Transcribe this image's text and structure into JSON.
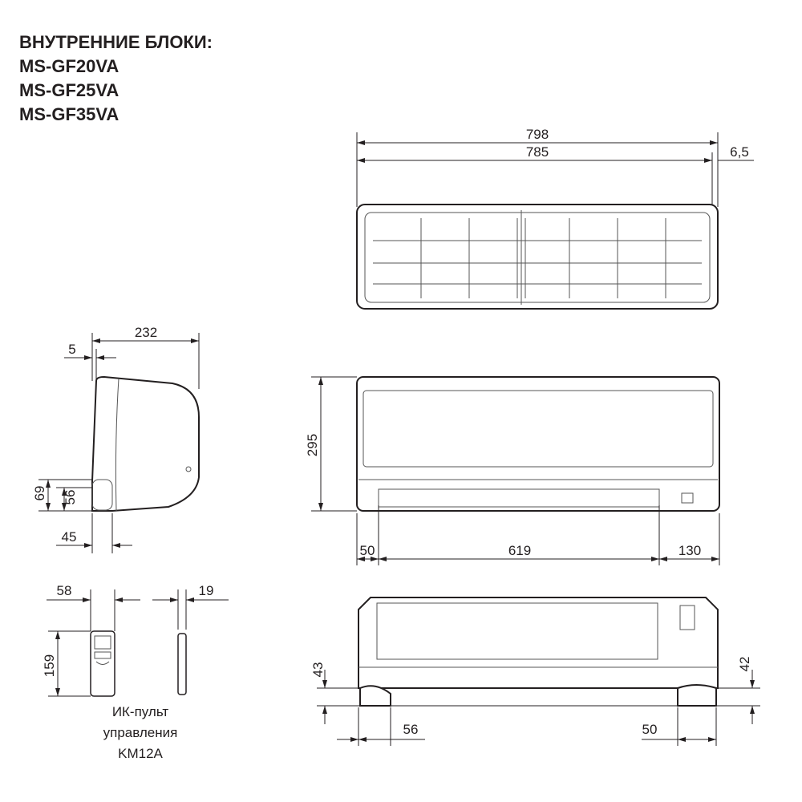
{
  "header": {
    "title": "ВНУТРЕННИЕ БЛОКИ:",
    "models": [
      "MS-GF20VA",
      "MS-GF25VA",
      "MS-GF35VA"
    ]
  },
  "top_view": {
    "overall_width": "798",
    "body_width": "785",
    "offset": "6,5"
  },
  "front_view": {
    "height": "295",
    "left": "50",
    "middle": "619",
    "right": "130"
  },
  "bottom_view": {
    "left_height": "43",
    "right_height": "42",
    "left_foot": "56",
    "right_foot": "50"
  },
  "side_view": {
    "depth": "232",
    "offset": "5",
    "height_outer": "69",
    "height_inner": "56",
    "bottom_depth": "45"
  },
  "remote": {
    "width": "58",
    "thickness": "19",
    "height": "159",
    "caption": [
      "ИК-пульт",
      "управления",
      "KM12A"
    ]
  }
}
